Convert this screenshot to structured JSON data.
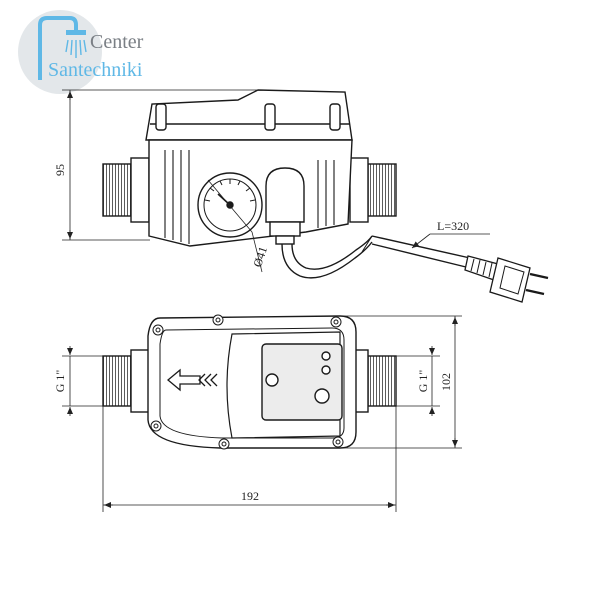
{
  "logo": {
    "line1": "Center",
    "line2": "Santechniki",
    "colors": {
      "circle": "#e3e7ea",
      "text1": "#7a7f85",
      "text2": "#5fb8e6"
    }
  },
  "dimensions": {
    "height_side": "95",
    "gauge_diameter": "Ø41",
    "cable_length": "L=320",
    "thread_left": "G 1\"",
    "thread_right": "G 1\"",
    "height_top": "102",
    "total_length": "192"
  },
  "colors": {
    "line": "#1a1a1a",
    "panel": "#e8e8e8",
    "body": "#f2f2f2"
  }
}
